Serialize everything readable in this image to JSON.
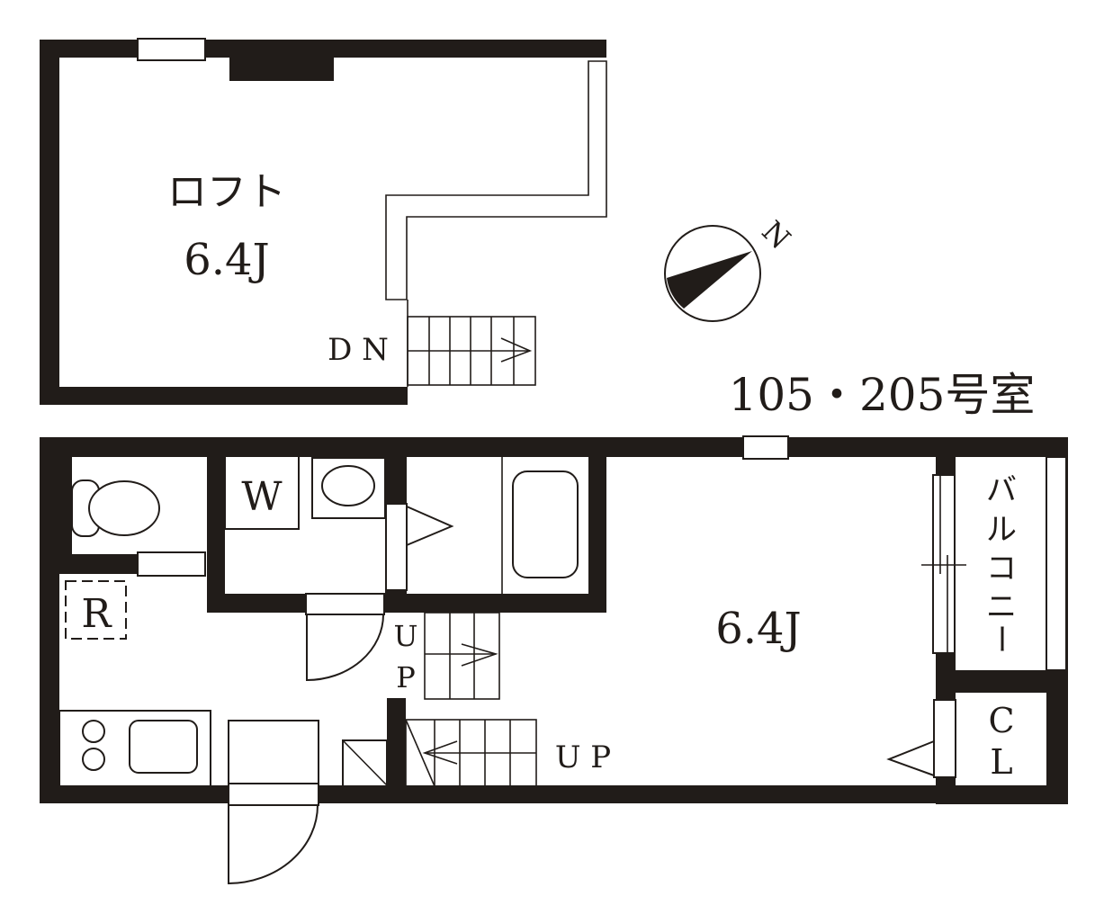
{
  "title": "105・205号室",
  "compass": {
    "label": "N"
  },
  "loft": {
    "name": "ロフト",
    "size": "6.4J",
    "stair_label": "D N"
  },
  "main_floor": {
    "living_room_size": "6.4J",
    "washer_label": "W",
    "fridge_label": "R",
    "balcony_label": [
      "バ",
      "ル",
      "コ",
      "ニ",
      "ー"
    ],
    "closet_label": [
      "C",
      "L"
    ],
    "stair_up_label_vertical": [
      "U",
      "P"
    ],
    "stair_up_label_horizontal": "U P"
  },
  "colors": {
    "wall": "#211c19",
    "background": "#ffffff"
  }
}
